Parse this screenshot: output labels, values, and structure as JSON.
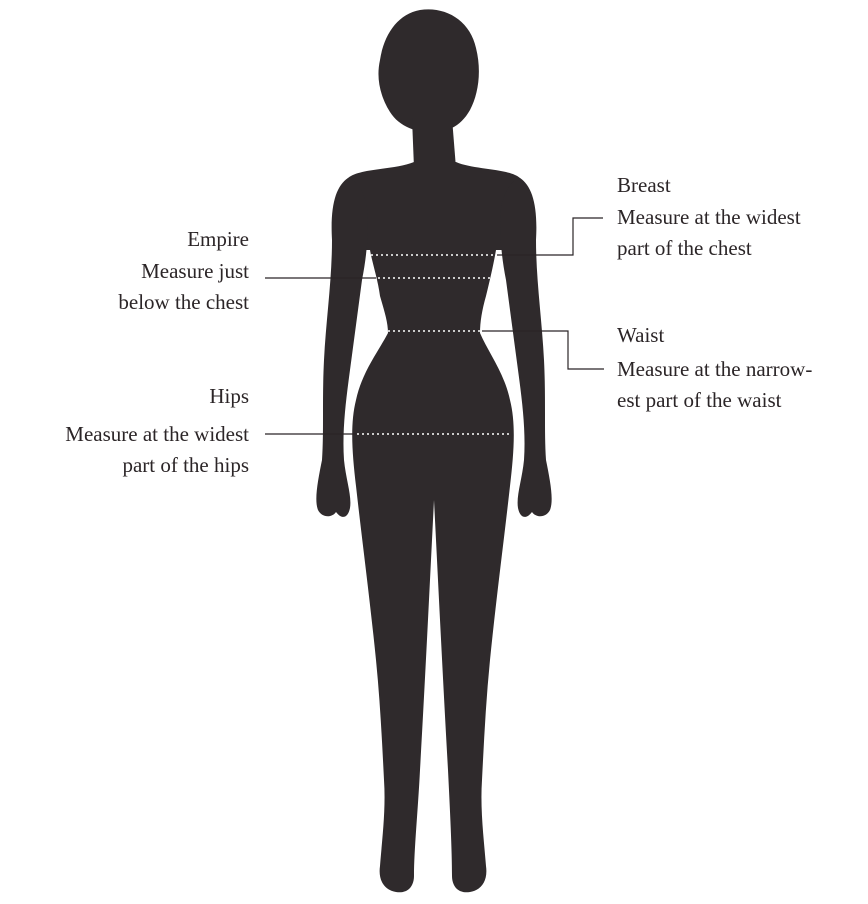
{
  "colors": {
    "silhouette": "#2f2a2c",
    "leader_line": "#2b2527",
    "measure_line": "#ffffff",
    "text": "#2b2527"
  },
  "measurements": {
    "breast": {
      "title": "Breast",
      "description": "Measure at the widest\npart of the chest"
    },
    "empire": {
      "title": "Empire",
      "description": "Measure just\nbelow the chest"
    },
    "waist": {
      "title": "Waist",
      "description": "Measure at the narrow-\nest part of the waist"
    },
    "hips": {
      "title": "Hips",
      "description": "Measure at the widest\npart of the hips"
    }
  }
}
